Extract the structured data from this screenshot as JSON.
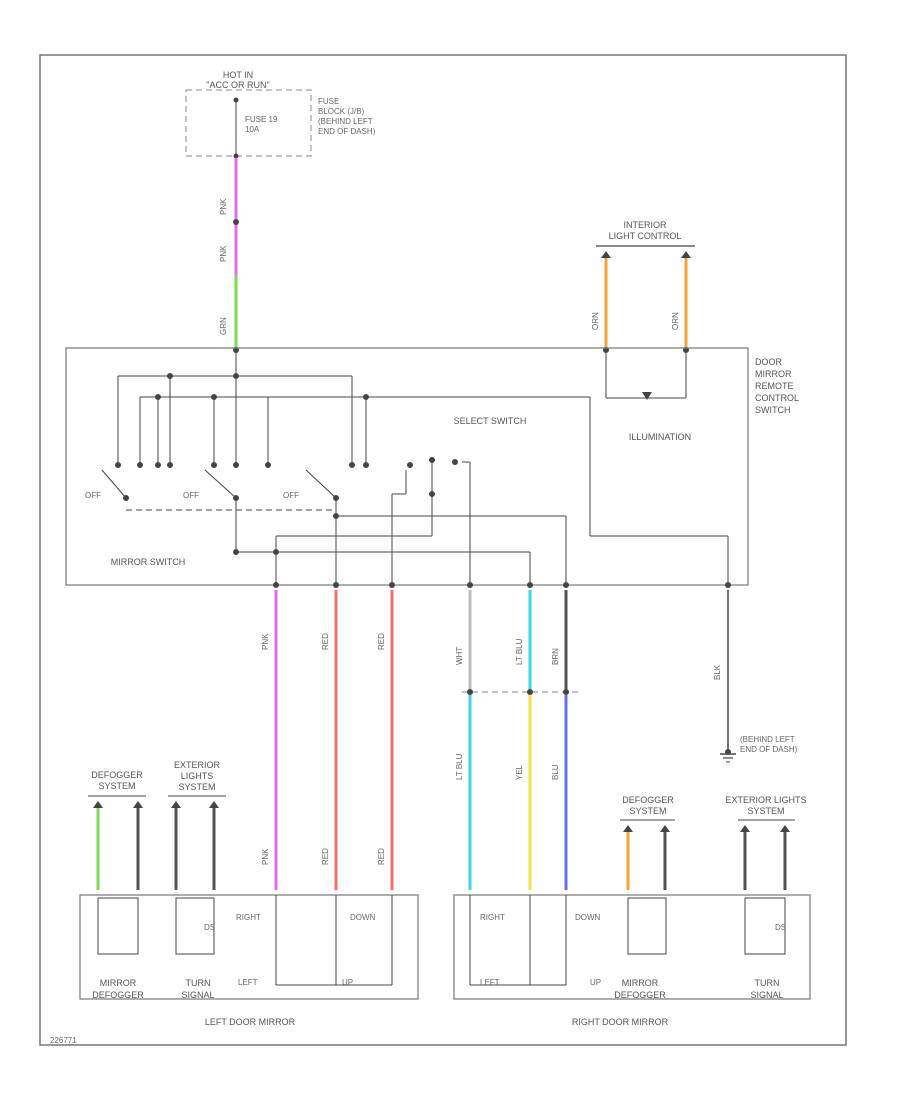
{
  "fuse_box": {
    "header": [
      "HOT IN",
      "\"ACC OR RUN\""
    ],
    "fuse": [
      "FUSE 19",
      "10A"
    ],
    "note": [
      "FUSE",
      "BLOCK (J/B)",
      "(BEHIND LEFT",
      "END OF DASH)"
    ]
  },
  "interior_light_control": [
    "INTERIOR",
    "LIGHT CONTROL"
  ],
  "remote_switch_label": [
    "DOOR",
    "MIRROR",
    "REMOTE",
    "CONTROL",
    "SWITCH"
  ],
  "select_switch_label": "SELECT SWITCH",
  "illumination_label": "ILLUMINATION",
  "mirror_switch_label": "MIRROR SWITCH",
  "switch_pos": {
    "off1": "OFF",
    "off2": "OFF",
    "off3": "OFF"
  },
  "ground_note": [
    "(BEHIND LEFT",
    "END OF DASH)"
  ],
  "left_side": {
    "defogger_sys": [
      "DEFOGGER",
      "SYSTEM"
    ],
    "ext_lights_sys": [
      "EXTERIOR",
      "LIGHTS",
      "SYSTEM"
    ],
    "mirror_defogger": [
      "MIRROR",
      "DEFOGGER"
    ],
    "turn_signal": [
      "TURN",
      "SIGNAL"
    ],
    "right_label": "RIGHT",
    "down_label": "DOWN",
    "left_label": "LEFT",
    "up_label": "UP",
    "title": "LEFT DOOR MIRROR"
  },
  "right_side": {
    "defogger_sys": [
      "DEFOGGER",
      "SYSTEM"
    ],
    "ext_lights_sys": [
      "EXTERIOR LIGHTS",
      "SYSTEM"
    ],
    "right_label": "RIGHT",
    "down_label": "DOWN",
    "left_label": "LEFT",
    "up_label": "UP",
    "mirror_defogger": [
      "MIRROR",
      "DEFOGGER"
    ],
    "turn_signal": [
      "TURN",
      "SIGNAL"
    ],
    "title": "RIGHT DOOR MIRROR"
  },
  "footer_code": "226771",
  "colors": {
    "pink": "#e06fe6",
    "green": "#7ed957",
    "orange": "#f2a33a",
    "red": "#ef7070",
    "cyan": "#3fd6e6",
    "yellow": "#f0e24a",
    "blue": "#6c6cf0",
    "line": "#444444"
  }
}
